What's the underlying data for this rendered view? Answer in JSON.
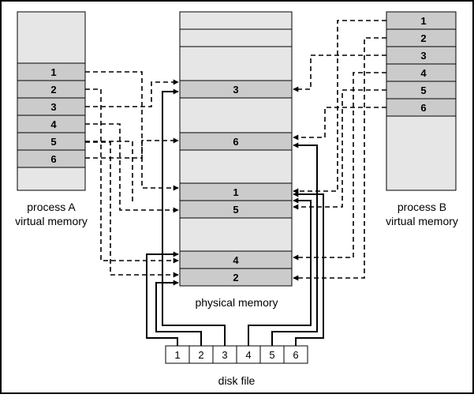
{
  "process_a": {
    "pages": [
      "1",
      "2",
      "3",
      "4",
      "5",
      "6"
    ],
    "caption_line1": "process A",
    "caption_line2": "virtual memory"
  },
  "process_b": {
    "pages": [
      "1",
      "2",
      "3",
      "4",
      "5",
      "6"
    ],
    "caption_line1": "process B",
    "caption_line2": "virtual memory"
  },
  "physical_memory": {
    "frames": [
      "3",
      "6",
      "1",
      "5",
      "4",
      "2"
    ],
    "caption": "physical memory"
  },
  "disk_file": {
    "blocks": [
      "1",
      "2",
      "3",
      "4",
      "5",
      "6"
    ],
    "caption": "disk file"
  },
  "colors": {
    "memory_fill": "#e6e6e6",
    "page_fill": "#cbcbcb",
    "stroke": "#000000",
    "background": "#ffffff"
  }
}
